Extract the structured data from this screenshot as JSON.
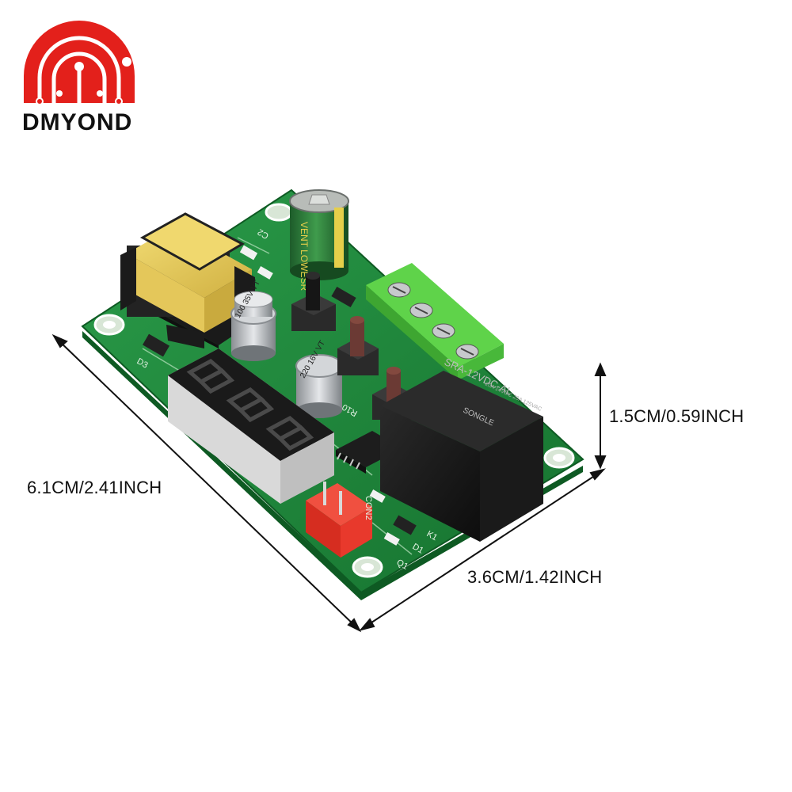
{
  "brand": {
    "name": "DMYOND",
    "color": "#e3201b"
  },
  "dimensions": {
    "length": "6.1CM/2.41INCH",
    "width": "3.6CM/1.42INCH",
    "height": "1.5CM/0.59INCH"
  },
  "board": {
    "display_digits": "888",
    "capacitor_large": "VENT LOWESR",
    "capacitor_small_1": "100 35V VT",
    "capacitor_small_2": "220 16V VT",
    "relay_model": "SRA-12VDC-AL",
    "relay_brand": "SONGLE",
    "relay_rating": "20A 14VDC 20A 125VAC",
    "labels": [
      "D3",
      "C2",
      "K1",
      "D1",
      "Q1",
      "R10",
      "CON2"
    ]
  },
  "colors": {
    "pcb": "#1f8a3c",
    "terminal": "#4cc63a",
    "relay": "#151515",
    "connector": "#e83a2e"
  }
}
